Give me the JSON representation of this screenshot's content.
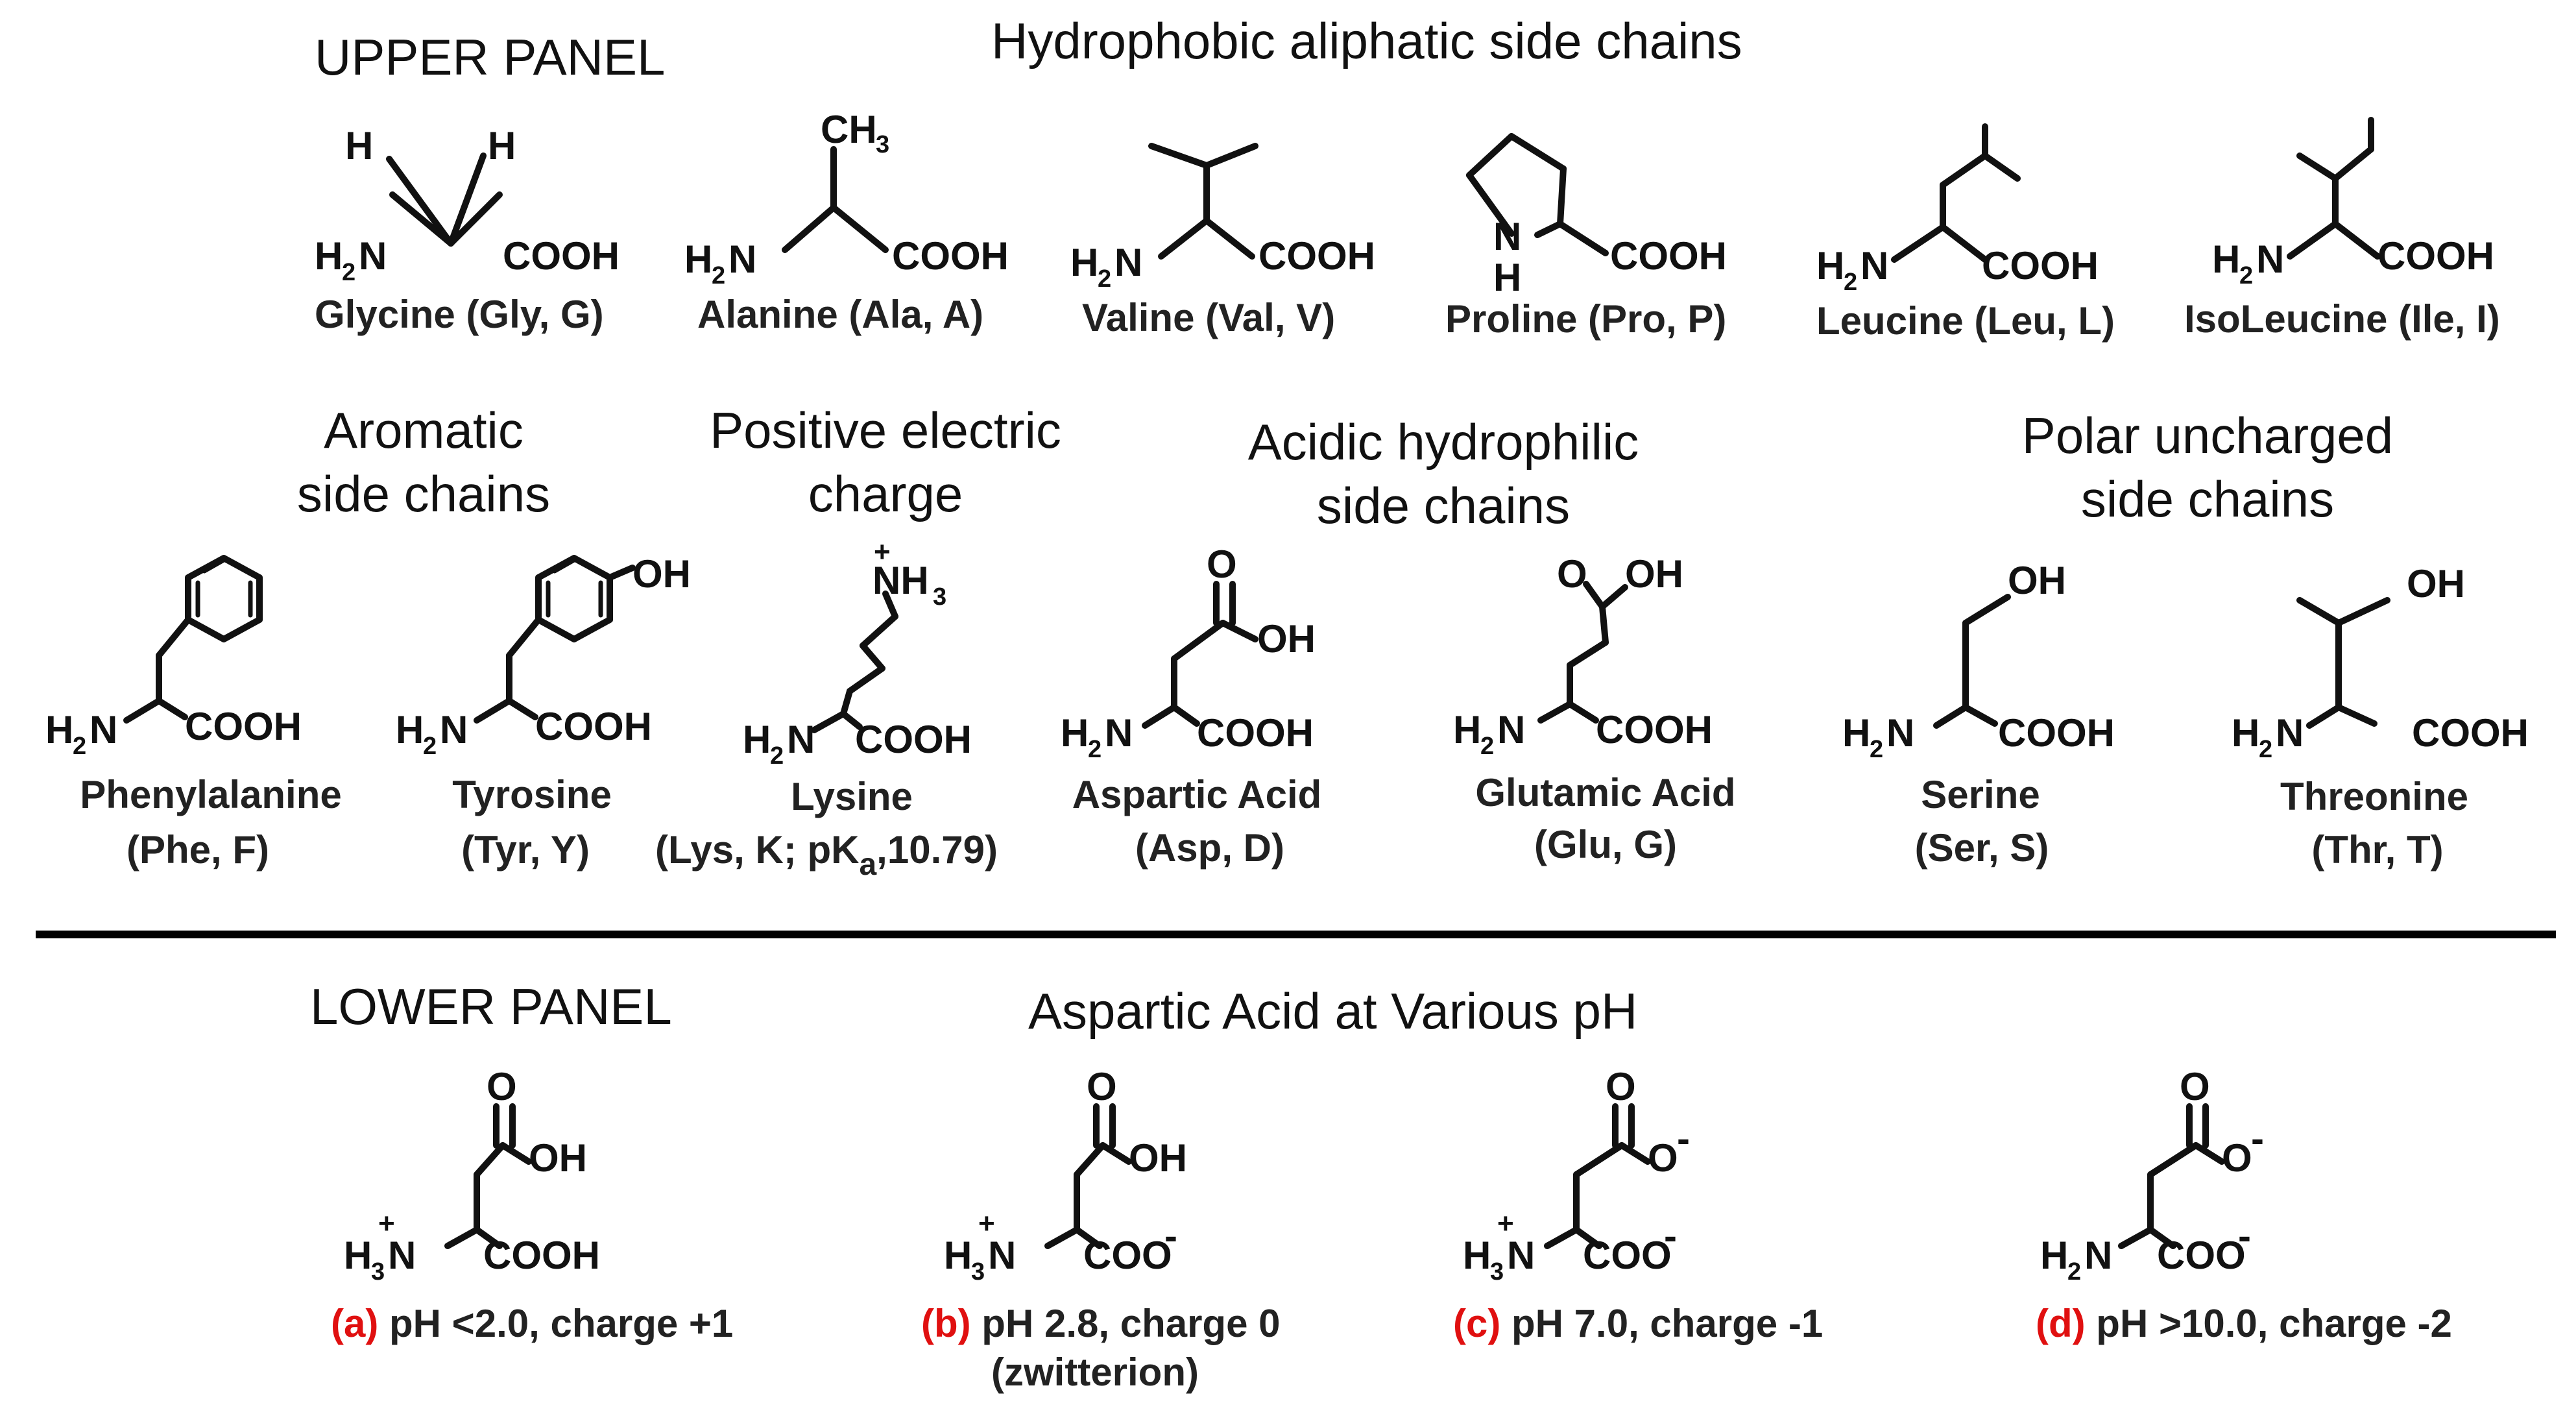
{
  "upper": {
    "panel_label": "UPPER PANEL",
    "title": "Hydrophobic aliphatic side chains",
    "aliphatic": [
      {
        "name": "Glycine (Gly, G)"
      },
      {
        "name": "Alanine (Ala, A)"
      },
      {
        "name": "Valine (Val, V)"
      },
      {
        "name": "Proline (Pro, P)"
      },
      {
        "name": "Leucine (Leu, L)"
      },
      {
        "name": "IsoLeucine (Ile, I)"
      }
    ],
    "groups": {
      "aromatic": [
        "Aromatic",
        "side chains"
      ],
      "positive": [
        "Positive electric",
        "charge"
      ],
      "acidic": [
        "Acidic hydrophilic",
        "side chains"
      ],
      "polar": [
        "Polar uncharged",
        "side chains"
      ]
    },
    "others": [
      {
        "name1": "Phenylalanine",
        "name2": "(Phe, F)"
      },
      {
        "name1": "Tyrosine",
        "name2": "(Tyr, Y)"
      },
      {
        "name1": "Lysine",
        "name2a": "(Lys, K; pK",
        "name2sub": "a",
        "name2b": ",10.79)"
      },
      {
        "name1": "Aspartic Acid",
        "name2": "(Asp, D)"
      },
      {
        "name1": "Glutamic Acid",
        "name2": "(Glu, G)"
      },
      {
        "name1": "Serine",
        "name2": "(Ser, S)"
      },
      {
        "name1": "Threonine",
        "name2": "(Thr, T)"
      }
    ]
  },
  "lower": {
    "panel_label": "LOWER PANEL",
    "title": "Aspartic Acid at Various pH",
    "states": [
      {
        "letter": "(a)",
        "caption": " pH <2.0, charge +1",
        "caption2": ""
      },
      {
        "letter": "(b)",
        "caption": " pH 2.8, charge 0",
        "caption2": "(zwitterion)"
      },
      {
        "letter": "(c)",
        "caption": " pH 7.0, charge -1",
        "caption2": ""
      },
      {
        "letter": "(d)",
        "caption": " pH >10.0, charge -2",
        "caption2": ""
      }
    ]
  },
  "atoms": {
    "H": "H",
    "N": "N",
    "O": "O",
    "NH": "NH",
    "OH": "OH",
    "COOH": "COOH",
    "COO": "COO",
    "CH": "CH",
    "sub2": "2",
    "sub3": "3",
    "plus": "+",
    "minus": "-"
  },
  "colors": {
    "letter": "#e01010",
    "text": "#111111",
    "divider": "#000000"
  }
}
